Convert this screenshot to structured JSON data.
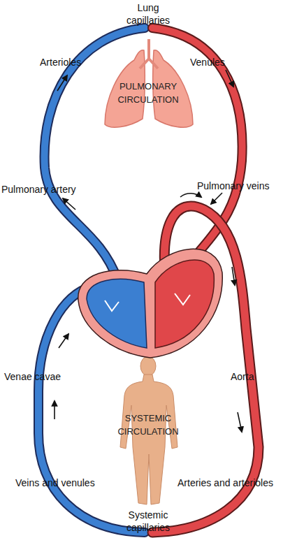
{
  "diagram": {
    "labels": [
      "Lung capillaries",
      "Arterioles",
      "Venules",
      "PULMONARY CIRCULATION",
      "Pulmonary artery",
      "Pulmonary veins",
      "Venae cavae",
      "Aorta",
      "SYSTEMIC CIRCULATION",
      "Veins and venules",
      "Arteries and arterioles",
      "Systemic capillaries"
    ]
  }
}
